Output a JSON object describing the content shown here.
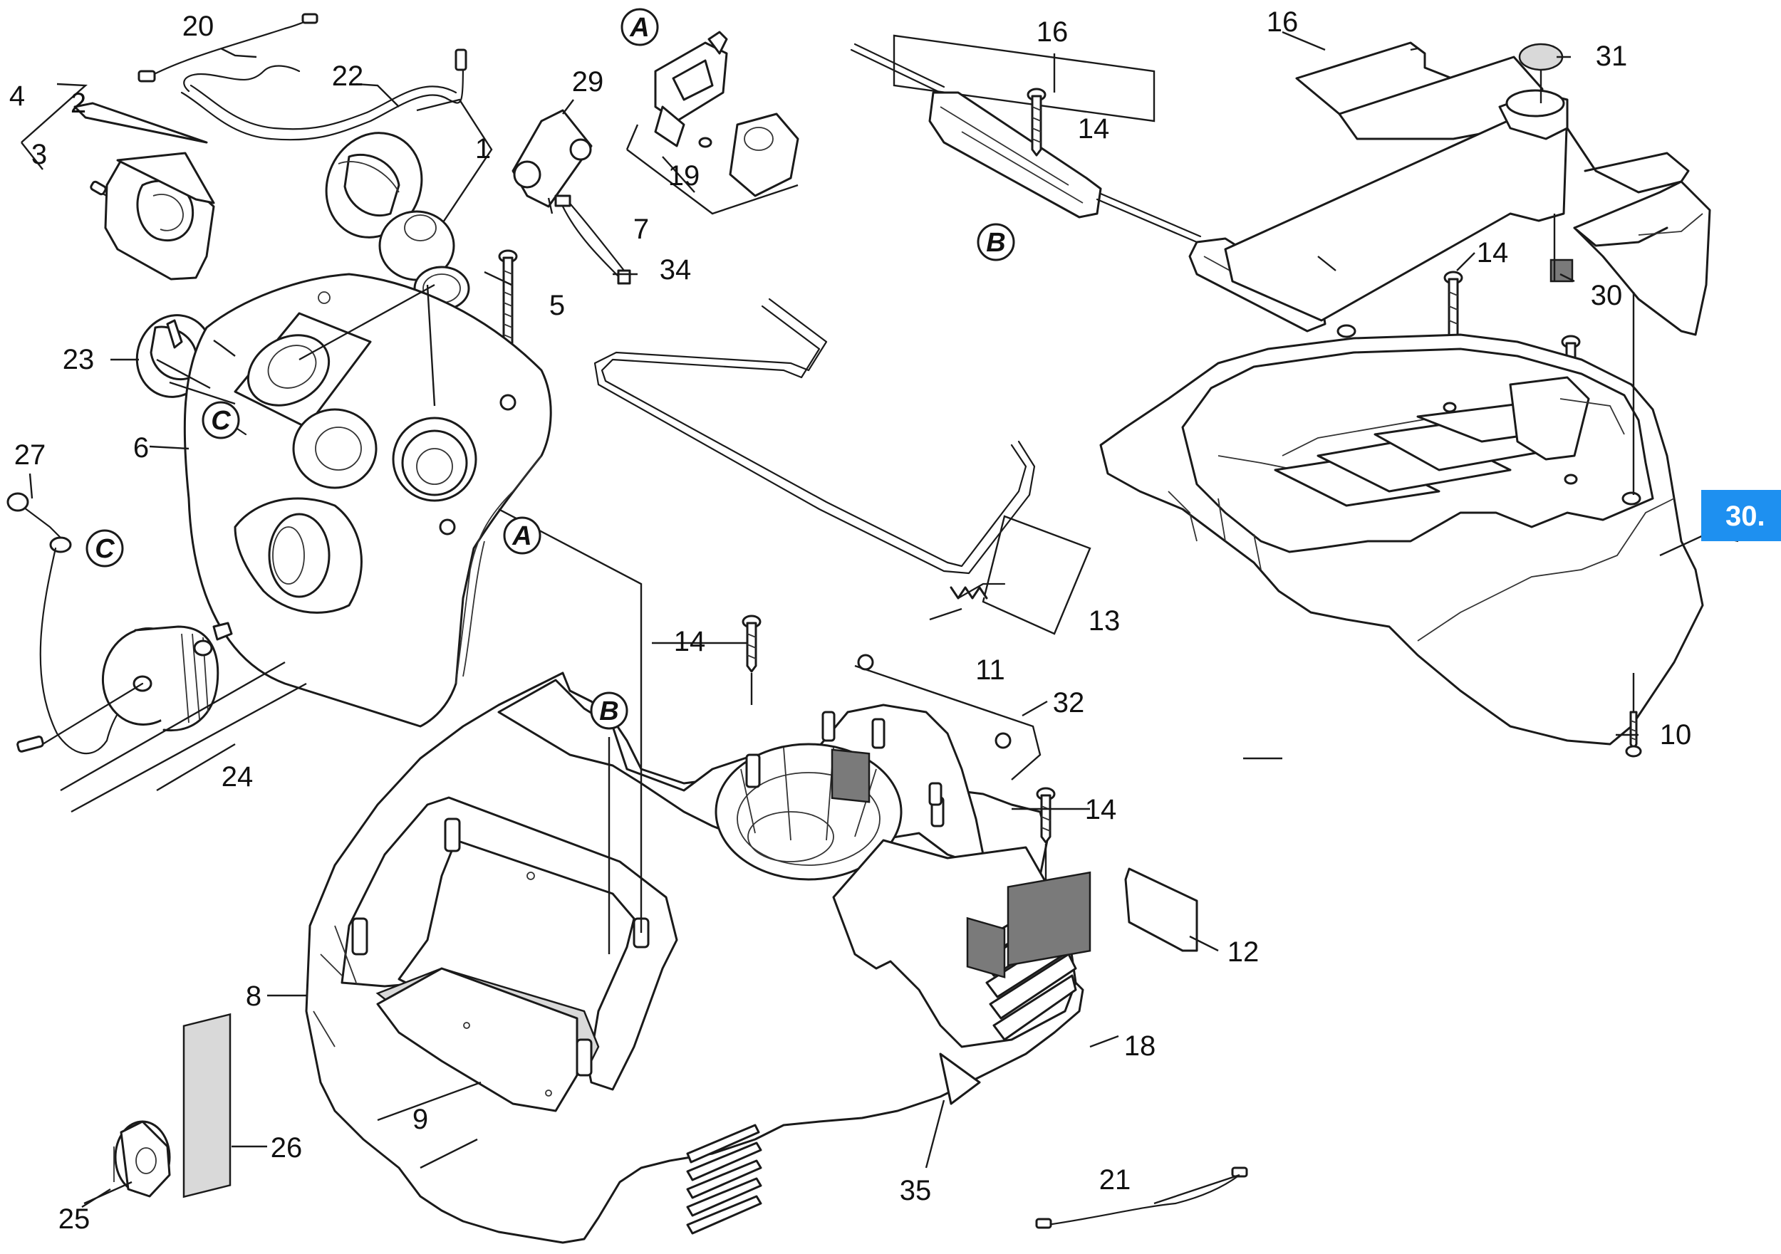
{
  "highlight": {
    "label": "30.",
    "color": "#1e90f0"
  },
  "callouts": {
    "c1": "1",
    "c2": "2",
    "c3": "3",
    "c4": "4",
    "c5": "5",
    "c6": "6",
    "c7": "7",
    "c8": "8",
    "c9": "9",
    "c10": "10",
    "c11": "11",
    "c12": "12",
    "c13": "13",
    "c14a": "14",
    "c14b": "14",
    "c14c": "14",
    "c14d": "14",
    "c16a": "16",
    "c16b": "16",
    "c18": "18",
    "c19": "19",
    "c20": "20",
    "c21": "21",
    "c22": "22",
    "c23": "23",
    "c24": "24",
    "c25": "25",
    "c26": "26",
    "c27": "27",
    "c29": "29",
    "c30": "30",
    "c31": "31",
    "c32": "32",
    "c34": "34",
    "c35": "35"
  },
  "refs": {
    "a1": "A",
    "a2": "A",
    "b1": "B",
    "b2": "B",
    "cc1": "C",
    "cc2": "C"
  }
}
